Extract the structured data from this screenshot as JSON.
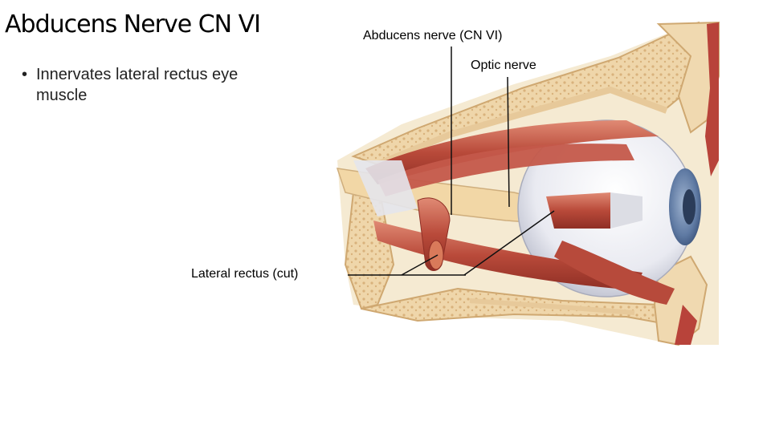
{
  "slide": {
    "title": "Abducens Nerve CN VI",
    "bullets": [
      "Innervates lateral rectus eye muscle"
    ]
  },
  "figure": {
    "labels": {
      "abducens_nerve": "Abducens nerve (CN VI)",
      "optic_nerve": "Optic nerve",
      "lateral_rectus": "Lateral rectus (cut)"
    }
  }
}
